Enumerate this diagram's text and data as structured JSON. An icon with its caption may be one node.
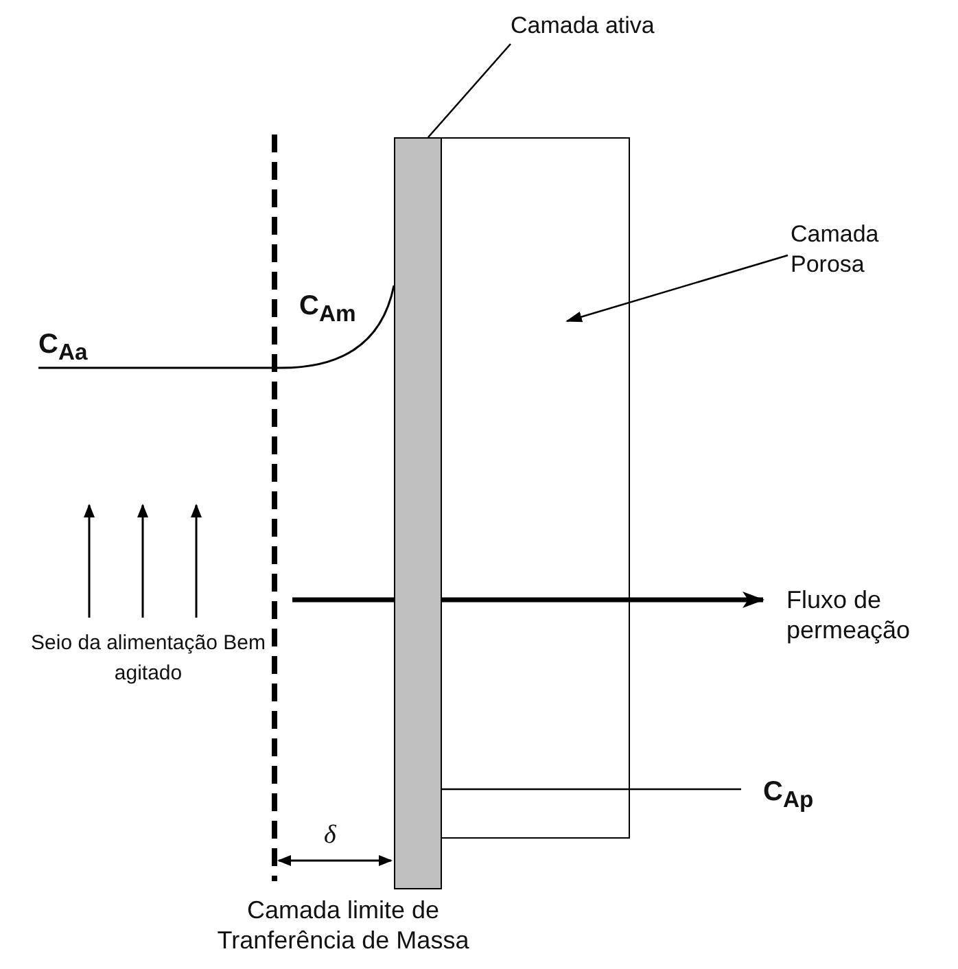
{
  "diagram": {
    "nodes": [
      {
        "text": [
          "Camada ativa"
        ]
      },
      {
        "text": [],
        "shape": "bar"
      },
      {
        "text": [],
        "shape": "box"
      },
      {
        "text": [
          "Camada Porosa"
        ]
      }
    ],
    "edges": [
      {
        "from": 0,
        "to": 1,
        "arrow": "none"
      },
      {
        "from": 3,
        "to": 2,
        "arrow": "to"
      }
    ],
    "labels": [
      "C$_{Aa}$",
      "C$_{Am}$",
      "Seio da alimentação Bem agitado",
      "Fluxo de permeação",
      "C$_{Ap}$",
      "δ",
      "Camada limite de Tranferência de Massa"
    ]
  }
}
